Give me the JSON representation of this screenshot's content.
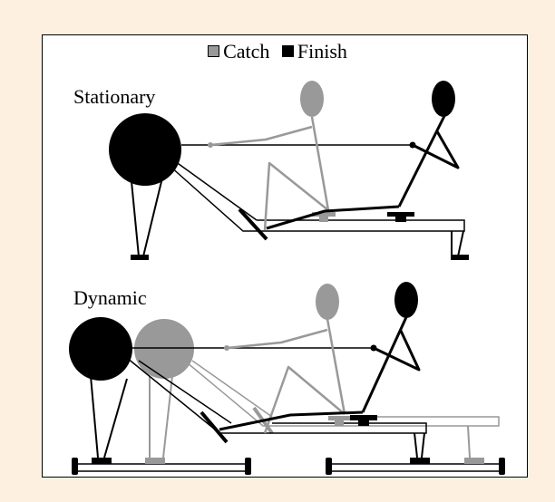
{
  "legend": {
    "catch_label": "Catch",
    "finish_label": "Finish",
    "catch_color": "#999999",
    "finish_color": "#000000"
  },
  "panels": {
    "stationary_label": "Stationary",
    "dynamic_label": "Dynamic"
  },
  "colors": {
    "background": "#fdf0e1",
    "panel": "#ffffff",
    "catch": "#999999",
    "finish": "#000000"
  }
}
